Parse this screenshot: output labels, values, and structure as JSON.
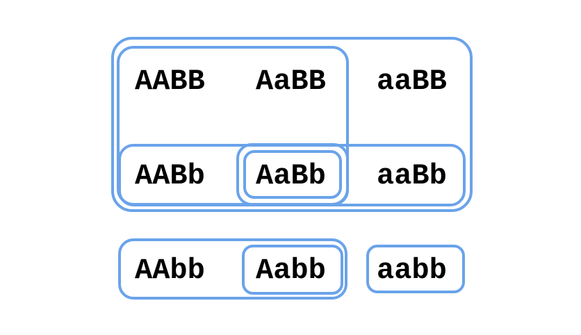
{
  "diagram": {
    "genotypes": {
      "AABB": "AABB",
      "AaBB": "AaBB",
      "aaBB": "aaBB",
      "AABb": "AABb",
      "AaBb": "AaBb",
      "aaBb": "aaBb",
      "AAbb": "AAbb",
      "Aabb": "Aabb",
      "aabb": "aabb"
    },
    "colors": {
      "outline": "#6aa3ea",
      "text": "#000000",
      "background": "#ffffff"
    }
  }
}
